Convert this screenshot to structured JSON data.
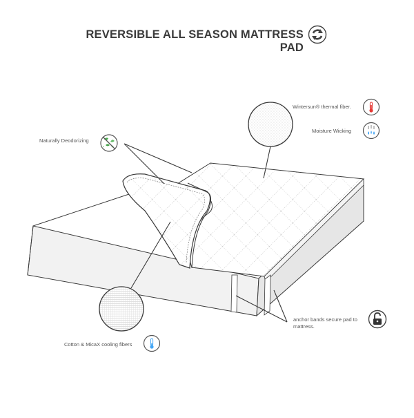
{
  "title": "REVERSIBLE ALL SEASON MATTRESS PAD",
  "labels": {
    "naturally_deodorizing": "Naturally Deodorizing",
    "wintersun": "Wintersun® thermal fiber.",
    "moisture_wicking": "Moisture Wicking",
    "anchor_bands": "anchor bands secure pad to mattress.",
    "cotton_micax": "Cotton & MicaX cooling fibers"
  },
  "icons": {
    "title": "reversible-arrows-icon",
    "deodorizing": "leaf-icon",
    "wintersun": "thermometer-icon",
    "wicking": "water-droplets-icon",
    "anchor": "unlock-icon",
    "cotton": "thermometer-icon"
  },
  "colors": {
    "line": "#3a3a3a",
    "deodorizing_accent": "#4caf50",
    "warm_accent": "#e53935",
    "cool_accent": "#42a5f5",
    "icon_circle": "#555555"
  }
}
